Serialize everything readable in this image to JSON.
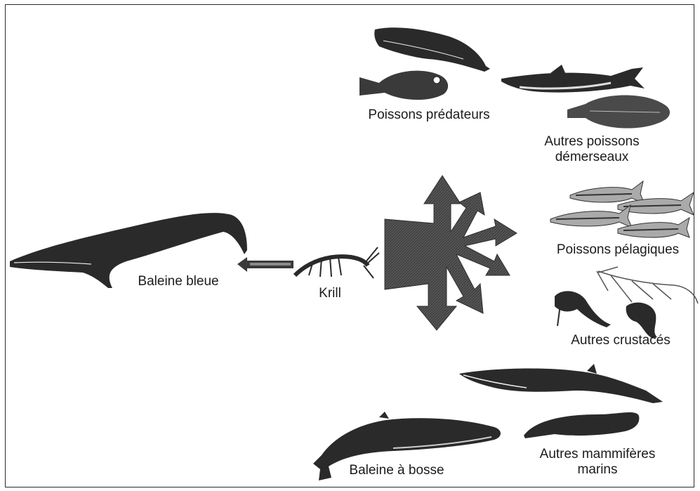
{
  "labels": {
    "predator_fish": "Poissons prédateurs",
    "demersal_fish": [
      "Autres poissons",
      "démerseaux"
    ],
    "pelagic_fish": "Poissons pélagiques",
    "other_crustaceans": "Autres crustacés",
    "blue_whale": "Baleine bleue",
    "krill": "Krill",
    "humpback_whale": "Baleine à bosse",
    "other_marine_mammals": [
      "Autres mammifères",
      "marins"
    ]
  },
  "icons": {
    "blue_whale": "blue-whale-icon",
    "krill": "krill-icon",
    "humpback_whale": "humpback-whale-icon",
    "minke_whale": "minke-whale-icon",
    "seal": "seal-icon",
    "predator_fish": [
      "cod-icon",
      "rockfish-icon",
      "shark-icon"
    ],
    "flatfish": "flatfish-icon",
    "pelagic_fish": "herring-icon",
    "crustaceans": [
      "copepod-icon",
      "shrimp-icon"
    ],
    "arrows": "outgoing-arrows-icon"
  },
  "colors": {
    "silhouette": "#2a2a2a",
    "arrow_fill": "#4a4a4a",
    "text": "#1c1c1c",
    "frame": "#2b2b2b"
  }
}
